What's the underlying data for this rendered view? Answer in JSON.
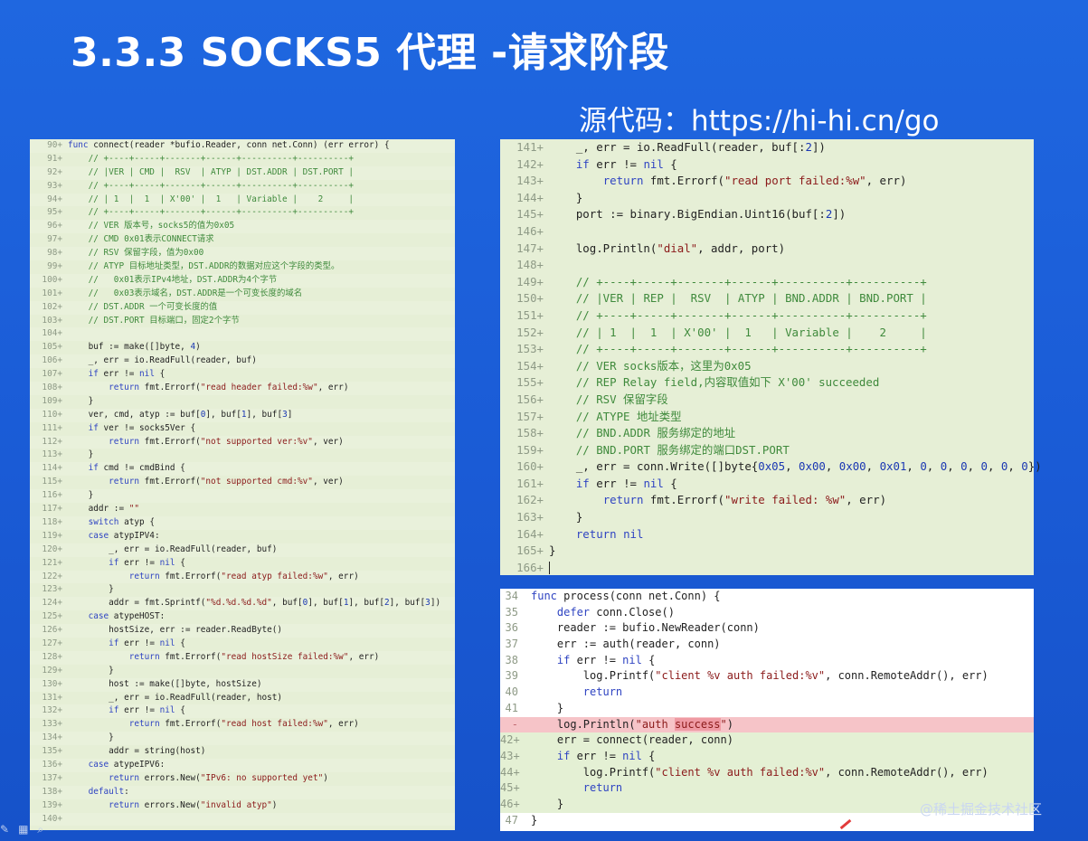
{
  "title": "3.3.3 SOCKS5 代理 -请求阶段",
  "subtitle": "源代码：https://hi-hi.cn/go",
  "watermark": "@稀土掘金技术社区",
  "colors": {
    "background": "#1a5bd6",
    "code_bg": "#e6efd6",
    "deleted_line": "#f6c4c8"
  },
  "left_code": [
    {
      "n": "90+",
      "t": "func connect(reader *bufio.Reader, conn net.Conn) (err error) {"
    },
    {
      "n": "91+",
      "t": "    // +----+-----+-------+------+----------+----------+"
    },
    {
      "n": "92+",
      "t": "    // |VER | CMD |  RSV  | ATYP | DST.ADDR | DST.PORT |"
    },
    {
      "n": "93+",
      "t": "    // +----+-----+-------+------+----------+----------+"
    },
    {
      "n": "94+",
      "t": "    // | 1  |  1  | X'00' |  1   | Variable |    2     |"
    },
    {
      "n": "95+",
      "t": "    // +----+-----+-------+------+----------+----------+"
    },
    {
      "n": "96+",
      "t": "    // VER 版本号，socks5的值为0x05"
    },
    {
      "n": "97+",
      "t": "    // CMD 0x01表示CONNECT请求"
    },
    {
      "n": "98+",
      "t": "    // RSV 保留字段，值为0x00"
    },
    {
      "n": "99+",
      "t": "    // ATYP 目标地址类型，DST.ADDR的数据对应这个字段的类型。"
    },
    {
      "n": "100+",
      "t": "    //   0x01表示IPv4地址，DST.ADDR为4个字节"
    },
    {
      "n": "101+",
      "t": "    //   0x03表示域名，DST.ADDR是一个可变长度的域名"
    },
    {
      "n": "102+",
      "t": "    // DST.ADDR 一个可变长度的值"
    },
    {
      "n": "103+",
      "t": "    // DST.PORT 目标端口，固定2个字节"
    },
    {
      "n": "104+",
      "t": ""
    },
    {
      "n": "105+",
      "t": "    buf := make([]byte, 4)"
    },
    {
      "n": "106+",
      "t": "    _, err = io.ReadFull(reader, buf)"
    },
    {
      "n": "107+",
      "t": "    if err != nil {"
    },
    {
      "n": "108+",
      "t": "        return fmt.Errorf(\"read header failed:%w\", err)"
    },
    {
      "n": "109+",
      "t": "    }"
    },
    {
      "n": "110+",
      "t": "    ver, cmd, atyp := buf[0], buf[1], buf[3]"
    },
    {
      "n": "111+",
      "t": "    if ver != socks5Ver {"
    },
    {
      "n": "112+",
      "t": "        return fmt.Errorf(\"not supported ver:%v\", ver)"
    },
    {
      "n": "113+",
      "t": "    }"
    },
    {
      "n": "114+",
      "t": "    if cmd != cmdBind {"
    },
    {
      "n": "115+",
      "t": "        return fmt.Errorf(\"not supported cmd:%v\", ver)"
    },
    {
      "n": "116+",
      "t": "    }"
    },
    {
      "n": "117+",
      "t": "    addr := \"\""
    },
    {
      "n": "118+",
      "t": "    switch atyp {"
    },
    {
      "n": "119+",
      "t": "    case atypIPV4:"
    },
    {
      "n": "120+",
      "t": "        _, err = io.ReadFull(reader, buf)"
    },
    {
      "n": "121+",
      "t": "        if err != nil {"
    },
    {
      "n": "122+",
      "t": "            return fmt.Errorf(\"read atyp failed:%w\", err)"
    },
    {
      "n": "123+",
      "t": "        }"
    },
    {
      "n": "124+",
      "t": "        addr = fmt.Sprintf(\"%d.%d.%d.%d\", buf[0], buf[1], buf[2], buf[3])"
    },
    {
      "n": "125+",
      "t": "    case atypeHOST:"
    },
    {
      "n": "126+",
      "t": "        hostSize, err := reader.ReadByte()"
    },
    {
      "n": "127+",
      "t": "        if err != nil {"
    },
    {
      "n": "128+",
      "t": "            return fmt.Errorf(\"read hostSize failed:%w\", err)"
    },
    {
      "n": "129+",
      "t": "        }"
    },
    {
      "n": "130+",
      "t": "        host := make([]byte, hostSize)"
    },
    {
      "n": "131+",
      "t": "        _, err = io.ReadFull(reader, host)"
    },
    {
      "n": "132+",
      "t": "        if err != nil {"
    },
    {
      "n": "133+",
      "t": "            return fmt.Errorf(\"read host failed:%w\", err)"
    },
    {
      "n": "134+",
      "t": "        }"
    },
    {
      "n": "135+",
      "t": "        addr = string(host)"
    },
    {
      "n": "136+",
      "t": "    case atypeIPV6:"
    },
    {
      "n": "137+",
      "t": "        return errors.New(\"IPv6: no supported yet\")"
    },
    {
      "n": "138+",
      "t": "    default:"
    },
    {
      "n": "139+",
      "t": "        return errors.New(\"invalid atyp\")"
    },
    {
      "n": "140+",
      "t": ""
    }
  ],
  "right_code": [
    {
      "n": "141+",
      "t": "    _, err = io.ReadFull(reader, buf[:2])"
    },
    {
      "n": "142+",
      "t": "    if err != nil {"
    },
    {
      "n": "143+",
      "t": "        return fmt.Errorf(\"read port failed:%w\", err)"
    },
    {
      "n": "144+",
      "t": "    }"
    },
    {
      "n": "145+",
      "t": "    port := binary.BigEndian.Uint16(buf[:2])"
    },
    {
      "n": "146+",
      "t": ""
    },
    {
      "n": "147+",
      "t": "    log.Println(\"dial\", addr, port)"
    },
    {
      "n": "148+",
      "t": ""
    },
    {
      "n": "149+",
      "t": "    // +----+-----+-------+------+----------+----------+"
    },
    {
      "n": "150+",
      "t": "    // |VER | REP |  RSV  | ATYP | BND.ADDR | BND.PORT |"
    },
    {
      "n": "151+",
      "t": "    // +----+-----+-------+------+----------+----------+"
    },
    {
      "n": "152+",
      "t": "    // | 1  |  1  | X'00' |  1   | Variable |    2     |"
    },
    {
      "n": "153+",
      "t": "    // +----+-----+-------+------+----------+----------+"
    },
    {
      "n": "154+",
      "t": "    // VER socks版本，这里为0x05"
    },
    {
      "n": "155+",
      "t": "    // REP Relay field,内容取值如下 X'00' succeeded"
    },
    {
      "n": "156+",
      "t": "    // RSV 保留字段"
    },
    {
      "n": "157+",
      "t": "    // ATYPE 地址类型"
    },
    {
      "n": "158+",
      "t": "    // BND.ADDR 服务绑定的地址"
    },
    {
      "n": "159+",
      "t": "    // BND.PORT 服务绑定的端口DST.PORT"
    },
    {
      "n": "160+",
      "t": "    _, err = conn.Write([]byte{0x05, 0x00, 0x00, 0x01, 0, 0, 0, 0, 0, 0})"
    },
    {
      "n": "161+",
      "t": "    if err != nil {"
    },
    {
      "n": "162+",
      "t": "        return fmt.Errorf(\"write failed: %w\", err)"
    },
    {
      "n": "163+",
      "t": "    }"
    },
    {
      "n": "164+",
      "t": "    return nil"
    },
    {
      "n": "165+",
      "t": "}"
    },
    {
      "n": "166+",
      "t": ""
    }
  ],
  "bottom_code": [
    {
      "n": "34",
      "t": "func process(conn net.Conn) {",
      "k": "normal"
    },
    {
      "n": "35",
      "t": "    defer conn.Close()",
      "k": "normal"
    },
    {
      "n": "36",
      "t": "    reader := bufio.NewReader(conn)",
      "k": "normal"
    },
    {
      "n": "37",
      "t": "    err := auth(reader, conn)",
      "k": "normal"
    },
    {
      "n": "38",
      "t": "    if err != nil {",
      "k": "normal"
    },
    {
      "n": "39",
      "t": "        log.Printf(\"client %v auth failed:%v\", conn.RemoteAddr(), err)",
      "k": "normal"
    },
    {
      "n": "40",
      "t": "        return",
      "k": "normal"
    },
    {
      "n": "41",
      "t": "    }",
      "k": "normal"
    },
    {
      "n": "-",
      "t": "    log.Println(\"auth success\")",
      "k": "del"
    },
    {
      "n": "42+",
      "t": "    err = connect(reader, conn)",
      "k": "add"
    },
    {
      "n": "43+",
      "t": "    if err != nil {",
      "k": "add"
    },
    {
      "n": "44+",
      "t": "        log.Printf(\"client %v auth failed:%v\", conn.RemoteAddr(), err)",
      "k": "add"
    },
    {
      "n": "45+",
      "t": "        return",
      "k": "add"
    },
    {
      "n": "46+",
      "t": "    }",
      "k": "add"
    },
    {
      "n": "47",
      "t": "}",
      "k": "normal"
    }
  ]
}
